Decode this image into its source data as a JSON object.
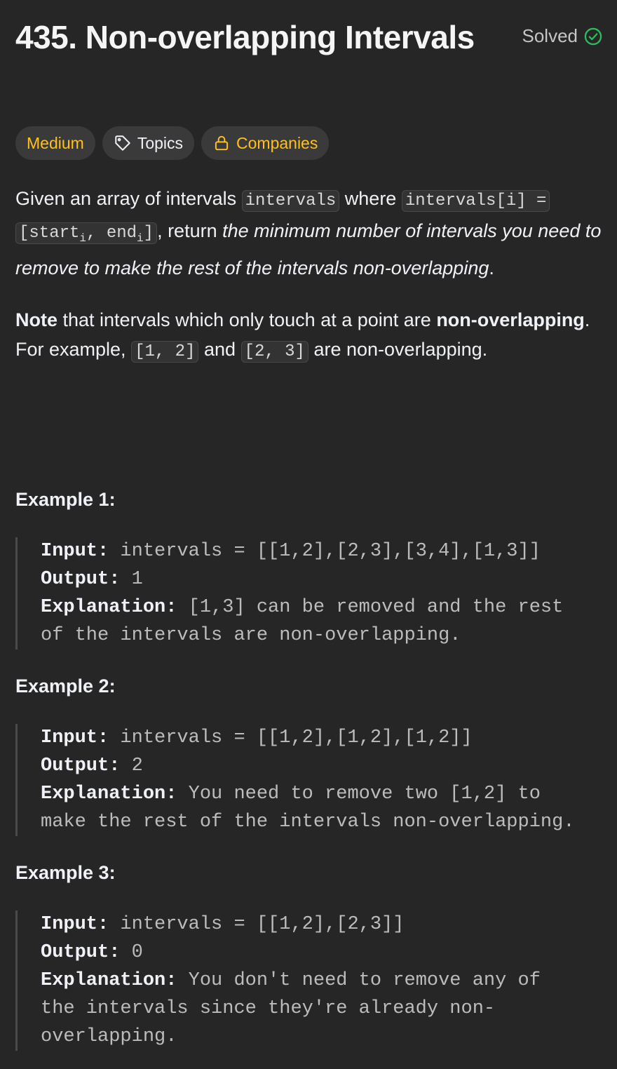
{
  "problem": {
    "title": "435. Non-overlapping Intervals",
    "status": "Solved"
  },
  "tags": {
    "difficulty": "Medium",
    "topics": "Topics",
    "companies": "Companies"
  },
  "description": {
    "p1": {
      "t1": "Given an array of intervals ",
      "c1": "intervals",
      "t2": " where ",
      "c2": "intervals[i] =",
      "c3a": "[start",
      "c3sub1": "i",
      "c3b": ", end",
      "c3sub2": "i",
      "c3c": "]",
      "t3": ", return ",
      "em": "the minimum number of intervals you need to remove to make the rest of the intervals non-overlapping",
      "t4": "."
    },
    "p2": {
      "b1": "Note",
      "t1": " that intervals which only touch at a point are ",
      "b2": "non-overlapping",
      "t2": ". For example, ",
      "c1": "[1, 2]",
      "t3": " and ",
      "c2": "[2, 3]",
      "t4": " are non-overlapping."
    }
  },
  "examples": [
    {
      "title": "Example 1:",
      "input_label": "Input:",
      "input": " intervals = [[1,2],[2,3],[3,4],[1,3]]",
      "output_label": "Output:",
      "output": " 1",
      "explanation_label": "Explanation:",
      "explanation_l1": " [1,3] can be removed and the rest",
      "explanation_l2": "of the intervals are non-overlapping."
    },
    {
      "title": "Example 2:",
      "input_label": "Input:",
      "input": " intervals = [[1,2],[1,2],[1,2]]",
      "output_label": "Output:",
      "output": " 2",
      "explanation_label": "Explanation:",
      "explanation_l1": " You need to remove two [1,2] to",
      "explanation_l2": "make the rest of the intervals non-overlapping."
    },
    {
      "title": "Example 3:",
      "input_label": "Input:",
      "input": " intervals = [[1,2],[2,3]]",
      "output_label": "Output:",
      "output": " 0",
      "explanation_label": "Explanation:",
      "explanation_l1": " You don't need to remove any of",
      "explanation_l2": "the intervals since they're already non-",
      "explanation_l3": "overlapping."
    }
  ],
  "colors": {
    "background": "#262626",
    "difficulty_medium": "#ffc01e",
    "solved_check": "#2cbb5d"
  }
}
